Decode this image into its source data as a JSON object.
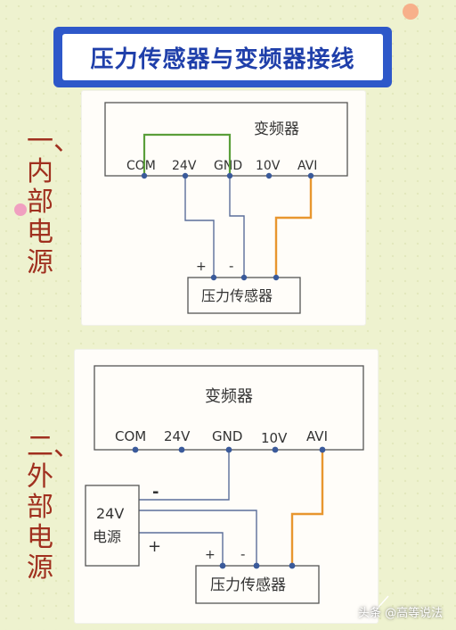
{
  "title": "压力传感器与变频器接线",
  "sections": [
    {
      "label": [
        "一、",
        "内",
        "部",
        "电",
        "源"
      ],
      "inverter_label": "变频器",
      "terminals": [
        "COM",
        "24V",
        "GND",
        "10V",
        "AVI"
      ],
      "sensor_label": "压力传感器",
      "sensor_plus": "+",
      "sensor_minus": "-"
    },
    {
      "label": [
        "二、",
        "外",
        "部",
        "电",
        "源"
      ],
      "inverter_label": "变频器",
      "terminals": [
        "COM",
        "24V",
        "GND",
        "10V",
        "AVI"
      ],
      "sensor_label": "压力传感器",
      "sensor_plus": "+",
      "sensor_minus": "-",
      "supply_label": [
        "24V",
        "电源"
      ],
      "supply_minus": "-",
      "supply_plus": "+"
    }
  ],
  "watermark": "头条 @高等说法",
  "colors": {
    "banner": "#2e58c9",
    "title_text": "#1f3faa",
    "section_label": "#a0301f",
    "wire": "#5b6e9a",
    "orange_wire": "#e8962f",
    "green_wire": "#5a9f3a"
  }
}
